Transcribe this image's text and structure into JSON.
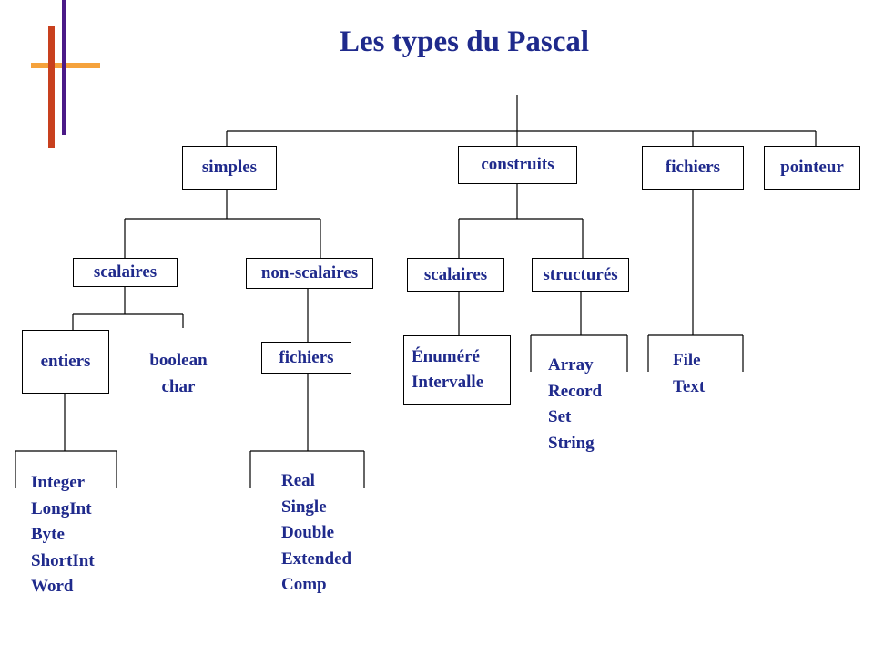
{
  "title": "Les types du Pascal",
  "colors": {
    "text": "#1f2a8c",
    "accent_orange": "#f5a23c",
    "accent_red": "#c8401e",
    "accent_purple": "#4b1a87"
  },
  "nodes": {
    "simples": "simples",
    "construits": "construits",
    "fichiers_top": "fichiers",
    "pointeur": "pointeur",
    "scalaires_simple": "scalaires",
    "non_scalaires": "non-scalaires",
    "scalaires_construit": "scalaires",
    "structures": "structurés",
    "entiers": "entiers",
    "fichiers_reels": "fichiers"
  },
  "boolean_char": [
    "boolean",
    "char"
  ],
  "enumere_intervalle": [
    "Énuméré",
    "Intervalle"
  ],
  "structured_types": [
    "Array",
    "Record",
    "Set",
    "String"
  ],
  "file_types": [
    "File",
    "Text"
  ],
  "integer_types": [
    "Integer",
    "LongInt",
    "Byte",
    "ShortInt",
    "Word"
  ],
  "real_types": [
    "Real",
    "Single",
    "Double",
    "Extended",
    "Comp"
  ]
}
